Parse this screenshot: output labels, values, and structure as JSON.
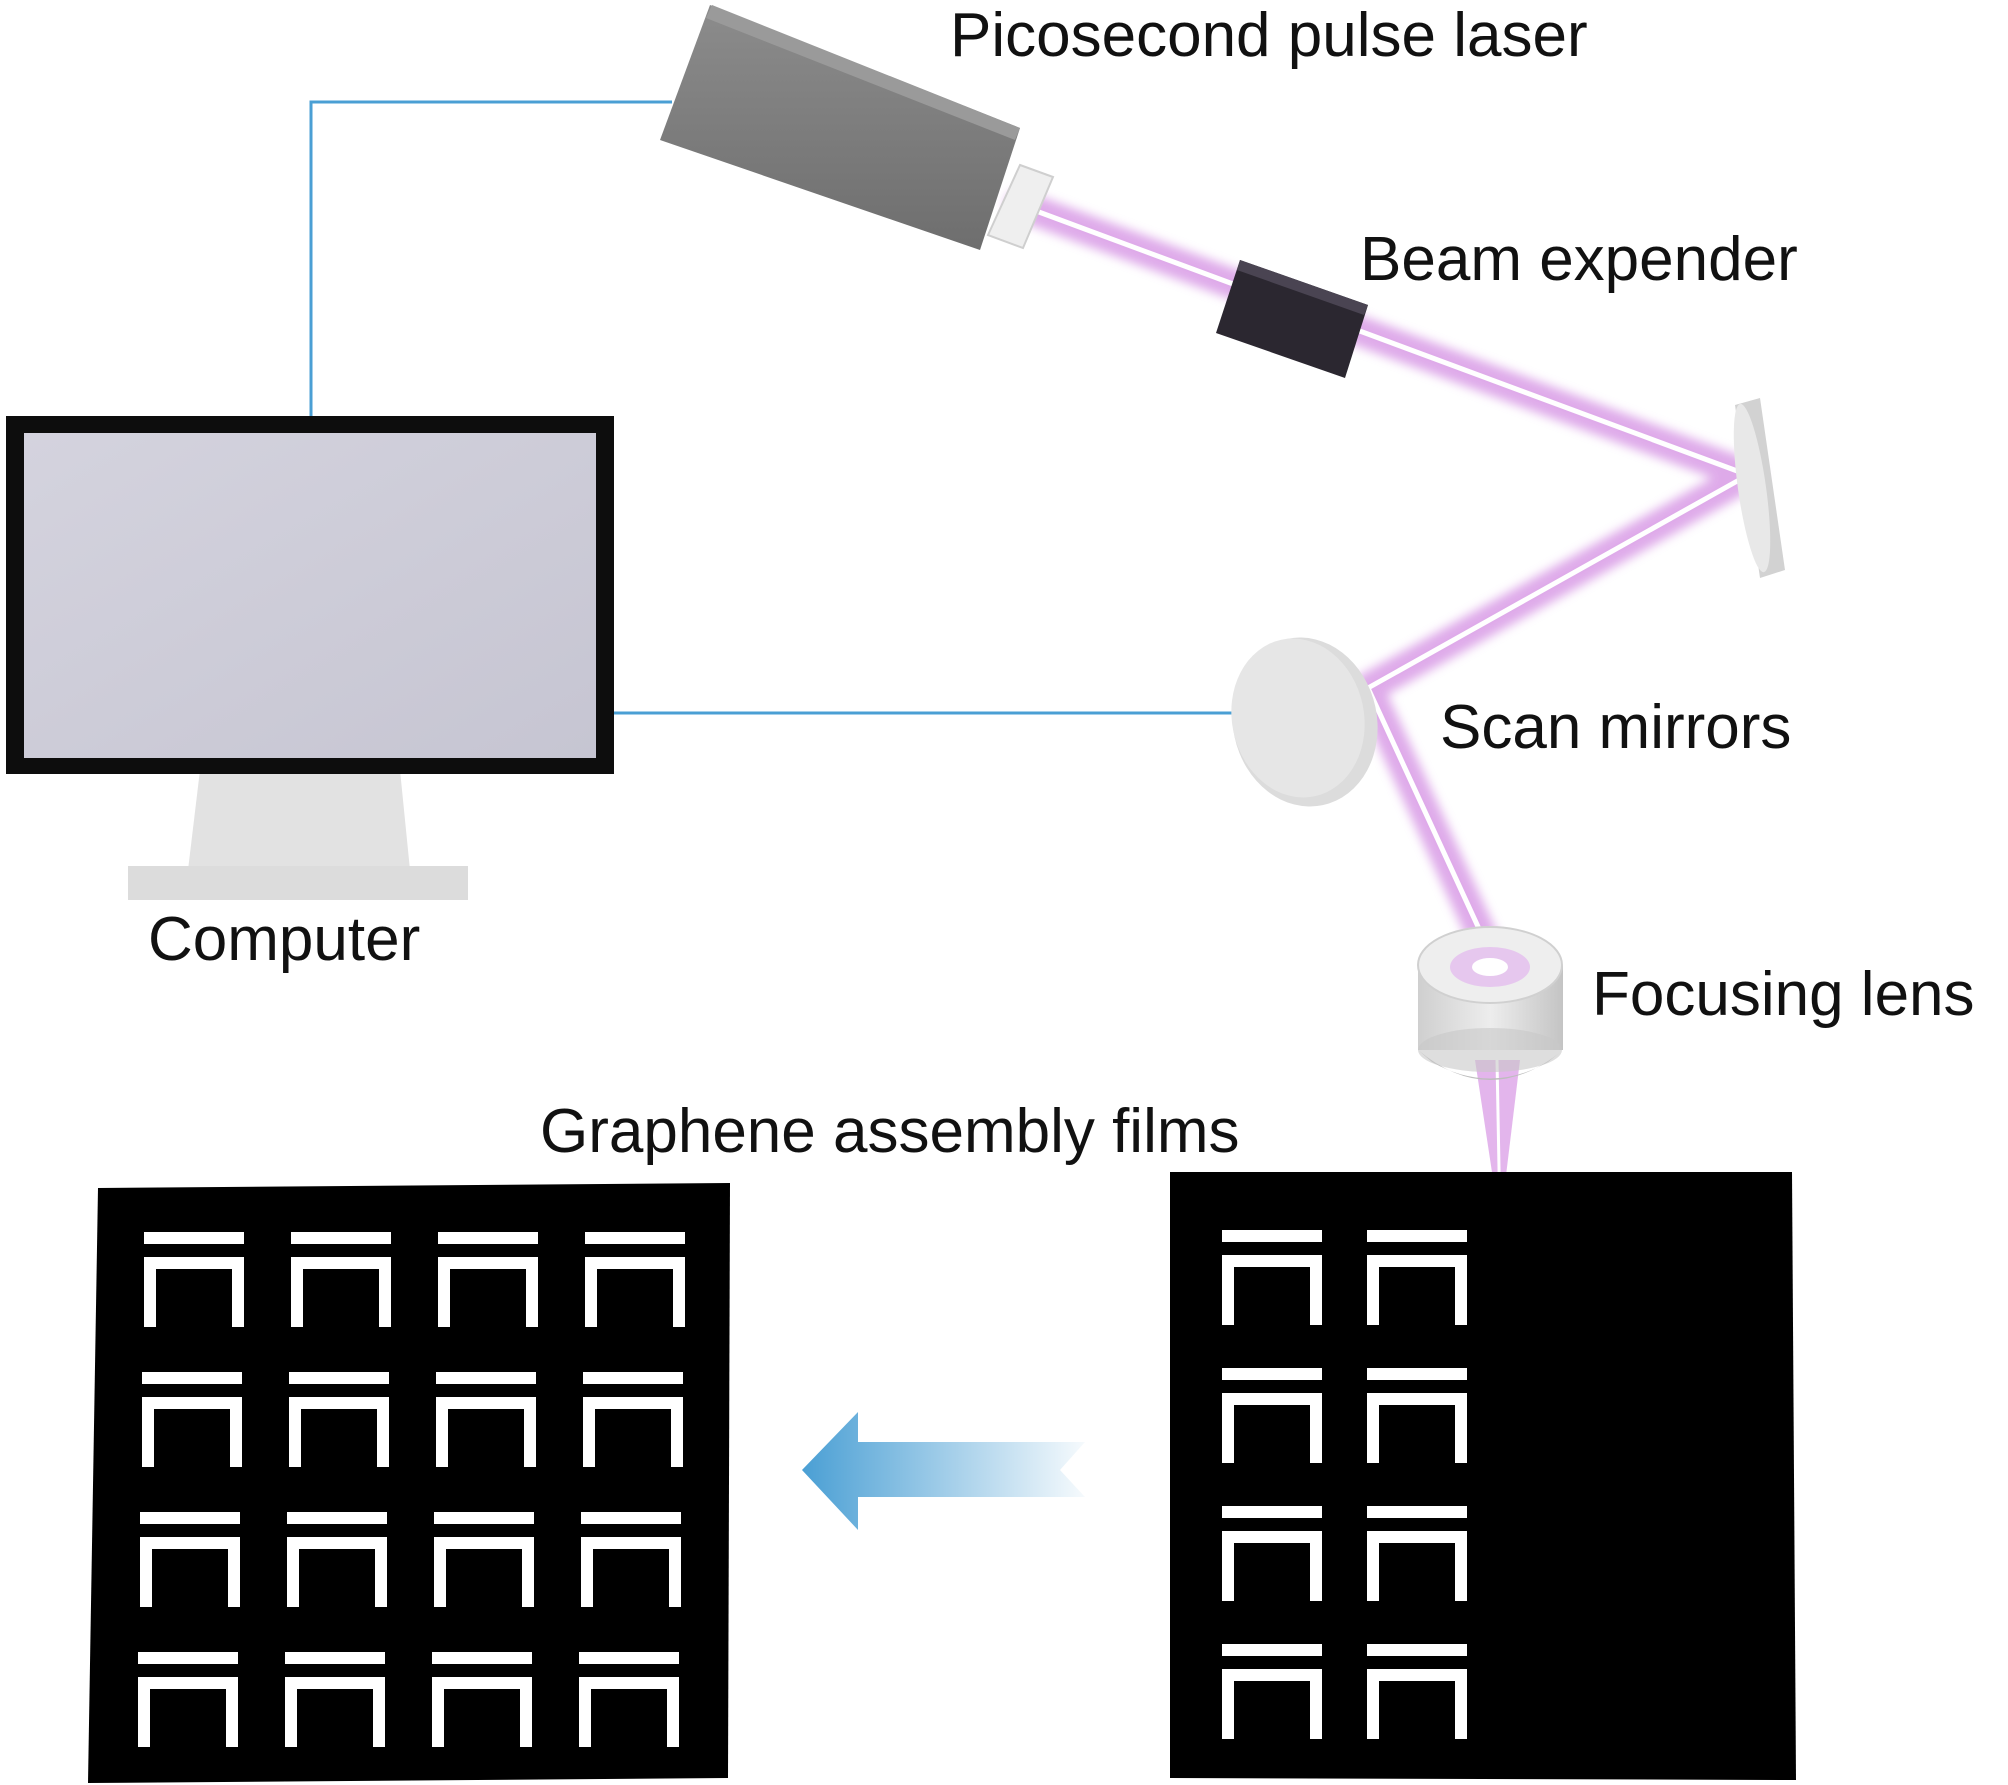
{
  "labels": {
    "laser": "Picosecond pulse laser",
    "expander": "Beam expender",
    "scan": "Scan mirrors",
    "lens": "Focusing lens",
    "computer": "Computer",
    "films": "Graphene assembly films"
  },
  "patterns": {
    "left_grid": {
      "rows": 4,
      "cols": 4
    },
    "right_grid_done": {
      "rows": 4,
      "cols": 2
    }
  },
  "colors": {
    "laser_beam": "#d99ce6",
    "cable": "#4a9fd4",
    "laser_body": "#808080",
    "film": "#000000",
    "pattern": "#ffffff",
    "arrow": "#5aa8dc"
  },
  "icons": {
    "arrow": "left-arrow-icon"
  }
}
